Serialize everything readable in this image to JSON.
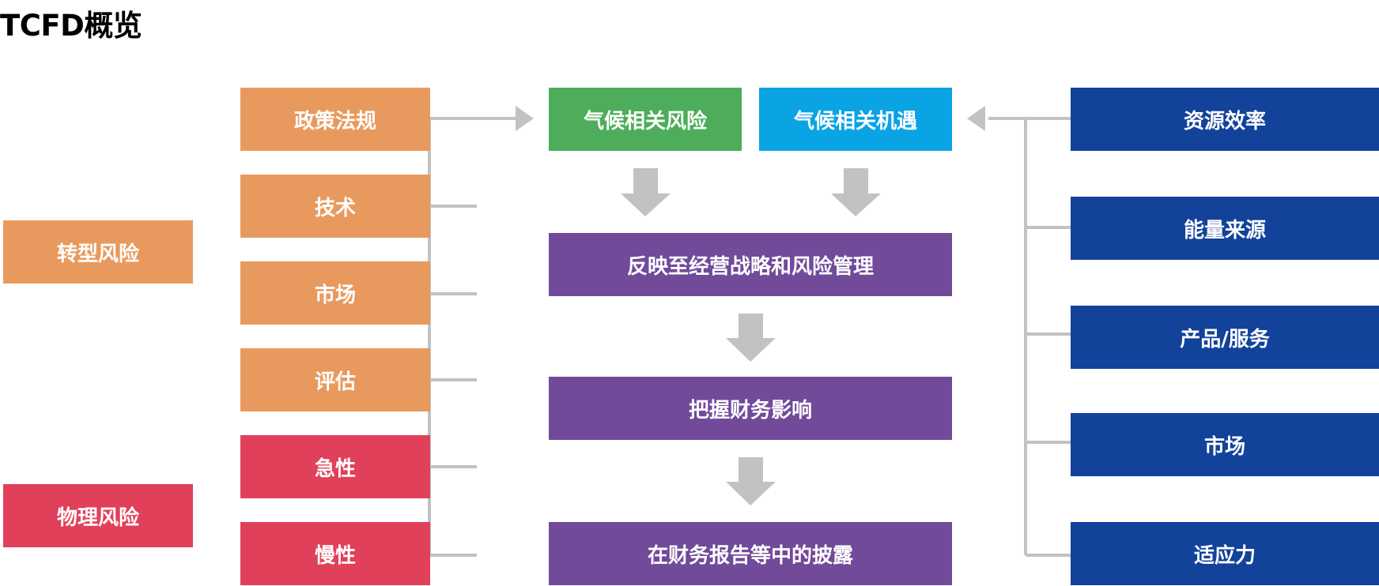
{
  "title": "TCFD概览",
  "categories": {
    "transition": "转型风险",
    "physical": "物理风险"
  },
  "risk_factors": [
    "政策法规",
    "技术",
    "市场",
    "评估",
    "急性",
    "慢性"
  ],
  "center": {
    "climate_risk": "气候相关风险",
    "climate_opportunity": "气候相关机遇",
    "step1": "反映至经营战略和风险管理",
    "step2": "把握财务影响",
    "step3": "在财务报告等中的披露"
  },
  "opportunity_factors": [
    "资源效率",
    "能量来源",
    "产品/服务",
    "市场",
    "适应力"
  ],
  "colors": {
    "transition": "#E89A5E",
    "physical": "#E1405A",
    "risk": "#4DAD5A",
    "opportunity": "#0AA4E4",
    "process": "#714A9A",
    "opportunity_factor": "#12429A",
    "connector": "#C0C2C4"
  }
}
